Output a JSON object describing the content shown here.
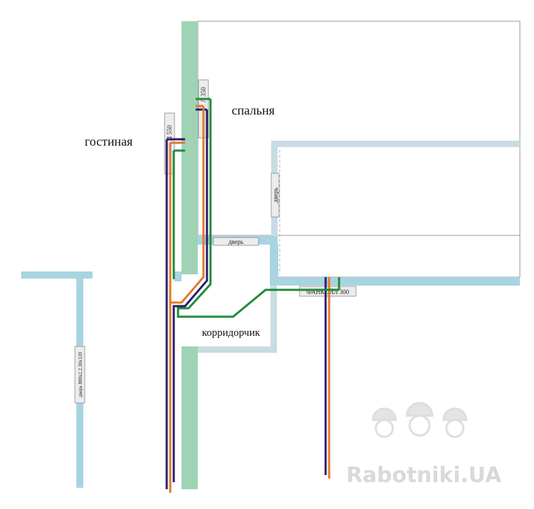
{
  "rooms": {
    "living": "гостиная",
    "bedroom": "спальня",
    "corridor": "корридорчик"
  },
  "tags": {
    "fancoil_living": "Л 550",
    "fancoil_bedroom": "Л 350",
    "fancoil_corridor": "ФАНКОЙЛ 300",
    "door_corridor": "дверь",
    "door_vertical": "дверь",
    "door_left": "дверь 880х2.2.30х120"
  },
  "watermark": {
    "text": "Rabotniki.UA"
  },
  "colors": {
    "wall_green": "#9fd3b3",
    "wall_blue": "#a8d4e2",
    "wall_grey": "#c9dbe3",
    "pipe_navy": "#2a1e6b",
    "pipe_orange": "#e07a2b",
    "pipe_green": "#1f8a3b",
    "room_outline": "#999999"
  }
}
